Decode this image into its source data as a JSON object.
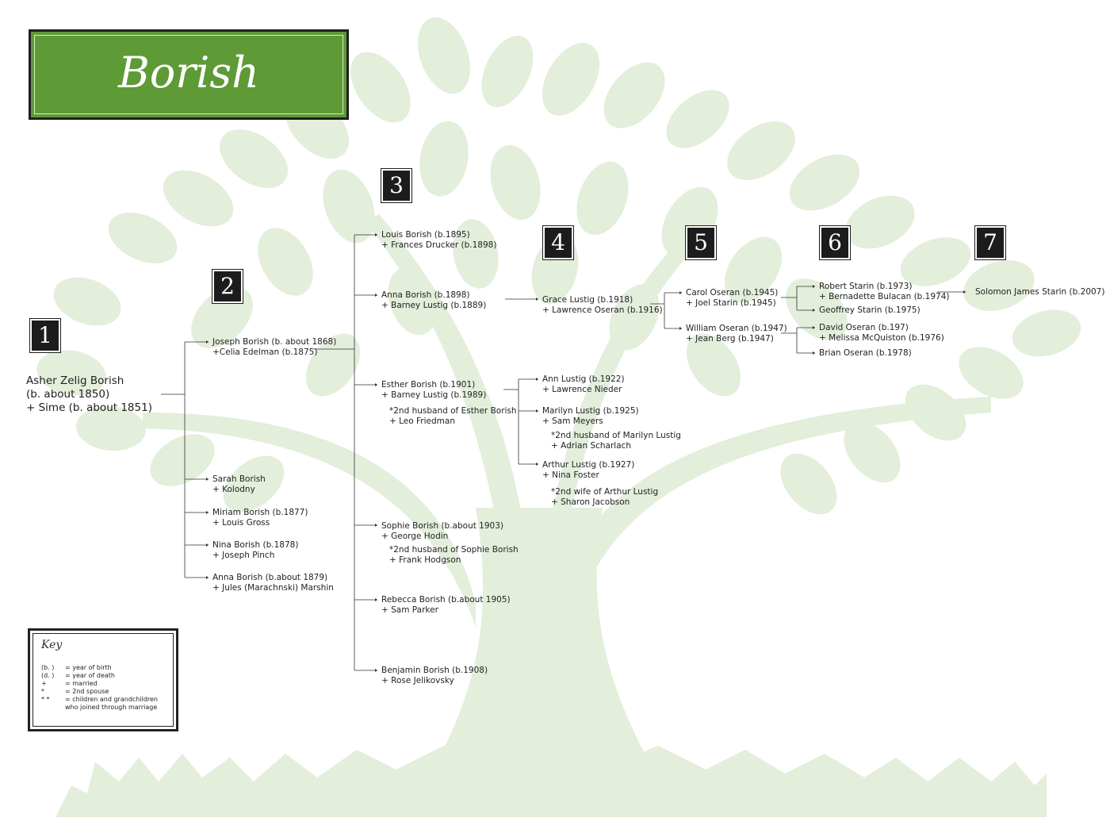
{
  "title": "Borish",
  "colors": {
    "banner": "#5e9a35",
    "tree": "#e3eedb",
    "text": "#222222",
    "box": "#1c1c1c"
  },
  "generations": [
    "1",
    "2",
    "3",
    "4",
    "5",
    "6",
    "7"
  ],
  "root": {
    "line1": "Asher Zelig Borish",
    "line2": "(b. about 1850)",
    "line3": "+ Sime (b. about 1851)"
  },
  "gen2": [
    {
      "name": "Joseph Borish (b. about 1868)",
      "spouse": "+Celia Edelman (b.1875)"
    },
    {
      "name": "Sarah Borish",
      "spouse": "+ Kolodny"
    },
    {
      "name": "Miriam Borish (b.1877)",
      "spouse": "+ Louis Gross"
    },
    {
      "name": "Nina Borish (b.1878)",
      "spouse": "+ Joseph Pinch"
    },
    {
      "name": "Anna Borish (b.about 1879)",
      "spouse": "+ Jules (Marachnski) Marshin"
    }
  ],
  "gen3": [
    {
      "name": "Louis Borish (b.1895)",
      "spouse": "+ Frances Drucker (b.1898)"
    },
    {
      "name": "Anna Borish (b.1898)",
      "spouse": "+ Barney Lustig (b.1889)"
    },
    {
      "name": "Esther Borish (b.1901)",
      "spouse": "+ Barney Lustig (b.1989)"
    },
    {
      "name": "Sophie Borish (b.about 1903)",
      "spouse": "+ George Hodin"
    },
    {
      "name": "Rebecca Borish (b.about 1905)",
      "spouse": "+ Sam Parker"
    },
    {
      "name": "Benjamin Borish (b.1908)",
      "spouse": "+ Rose Jelikovsky"
    }
  ],
  "gen3_notes": {
    "esther": {
      "line1": "*2nd husband of Esther Borish",
      "line2": "+ Leo Friedman"
    },
    "sophie": {
      "line1": "*2nd husband of Sophie Borish",
      "line2": "+ Frank Hodgson"
    }
  },
  "gen4": [
    {
      "name": "Grace Lustig (b.1918)",
      "spouse": "+ Lawrence Oseran (b.1916)"
    },
    {
      "name": "Ann Lustig (b.1922)",
      "spouse": "+ Lawrence Nieder"
    },
    {
      "name": "Marilyn Lustig (b.1925)",
      "spouse": "+ Sam Meyers"
    },
    {
      "name": "Arthur Lustig (b.1927)",
      "spouse": "+ Nina Foster"
    }
  ],
  "gen4_notes": {
    "marilyn": {
      "line1": "*2nd husband of Marilyn Lustig",
      "line2": "+ Adrian Scharlach"
    },
    "arthur": {
      "line1": "*2nd wife of Arthur Lustig",
      "line2": "+ Sharon Jacobson"
    }
  },
  "gen5": [
    {
      "name": "Carol Oseran (b.1945)",
      "spouse": "+ Joel Starin (b.1945)"
    },
    {
      "name": "William Oseran (b.1947)",
      "spouse": "+ Jean Berg (b.1947)"
    }
  ],
  "gen6": [
    {
      "name": "Robert Starin (b.1973)",
      "spouse": "+ Bernadette Bulacan (b.1974)"
    },
    {
      "name": "Geoffrey Starin (b.1975)",
      "spouse": ""
    },
    {
      "name": "David Oseran (b.197)",
      "spouse": "+ Melissa McQuiston (b.1976)"
    },
    {
      "name": "Brian Oseran (b.1978)",
      "spouse": ""
    }
  ],
  "gen7": [
    {
      "name": "Solomon James Starin (b.2007)"
    }
  ],
  "key": {
    "title": "Key",
    "rows": [
      {
        "sym": "(b.    )",
        "desc": "= year of birth"
      },
      {
        "sym": "(d.    )",
        "desc": "= year of death"
      },
      {
        "sym": "+",
        "desc": "= married"
      },
      {
        "sym": "*",
        "desc": "= 2nd spouse"
      },
      {
        "sym": "* *",
        "desc": "= children and grandchildren"
      },
      {
        "sym": "",
        "desc": "who joined through marriage"
      }
    ]
  }
}
